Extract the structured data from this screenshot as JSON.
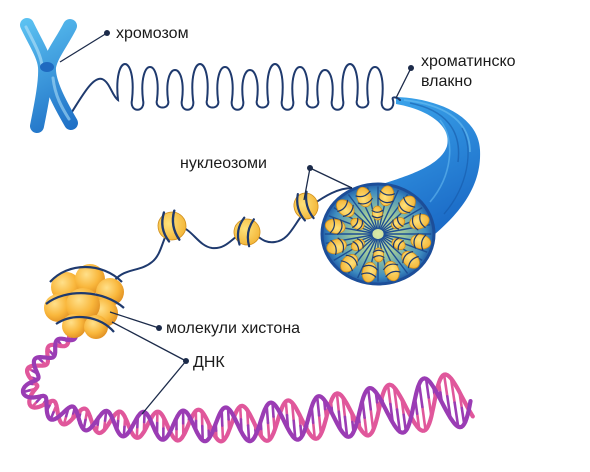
{
  "labels": {
    "chromosome": "хромозом",
    "chromatin_line1": "хроматинско",
    "chromatin_line2": "влакно",
    "nucleosomes": "нуклеозоми",
    "histones": "молекули хистона",
    "dna": "ДНК"
  },
  "colors": {
    "chromosome": "#2f8fd6",
    "fiber": "#1f7ad0",
    "nucleosome": "#f7b733",
    "wrap": "#1f3a6e",
    "dna_pink": "#e0579b",
    "dna_purple": "#9a3cb4",
    "pointer": "#1c2b4a"
  }
}
